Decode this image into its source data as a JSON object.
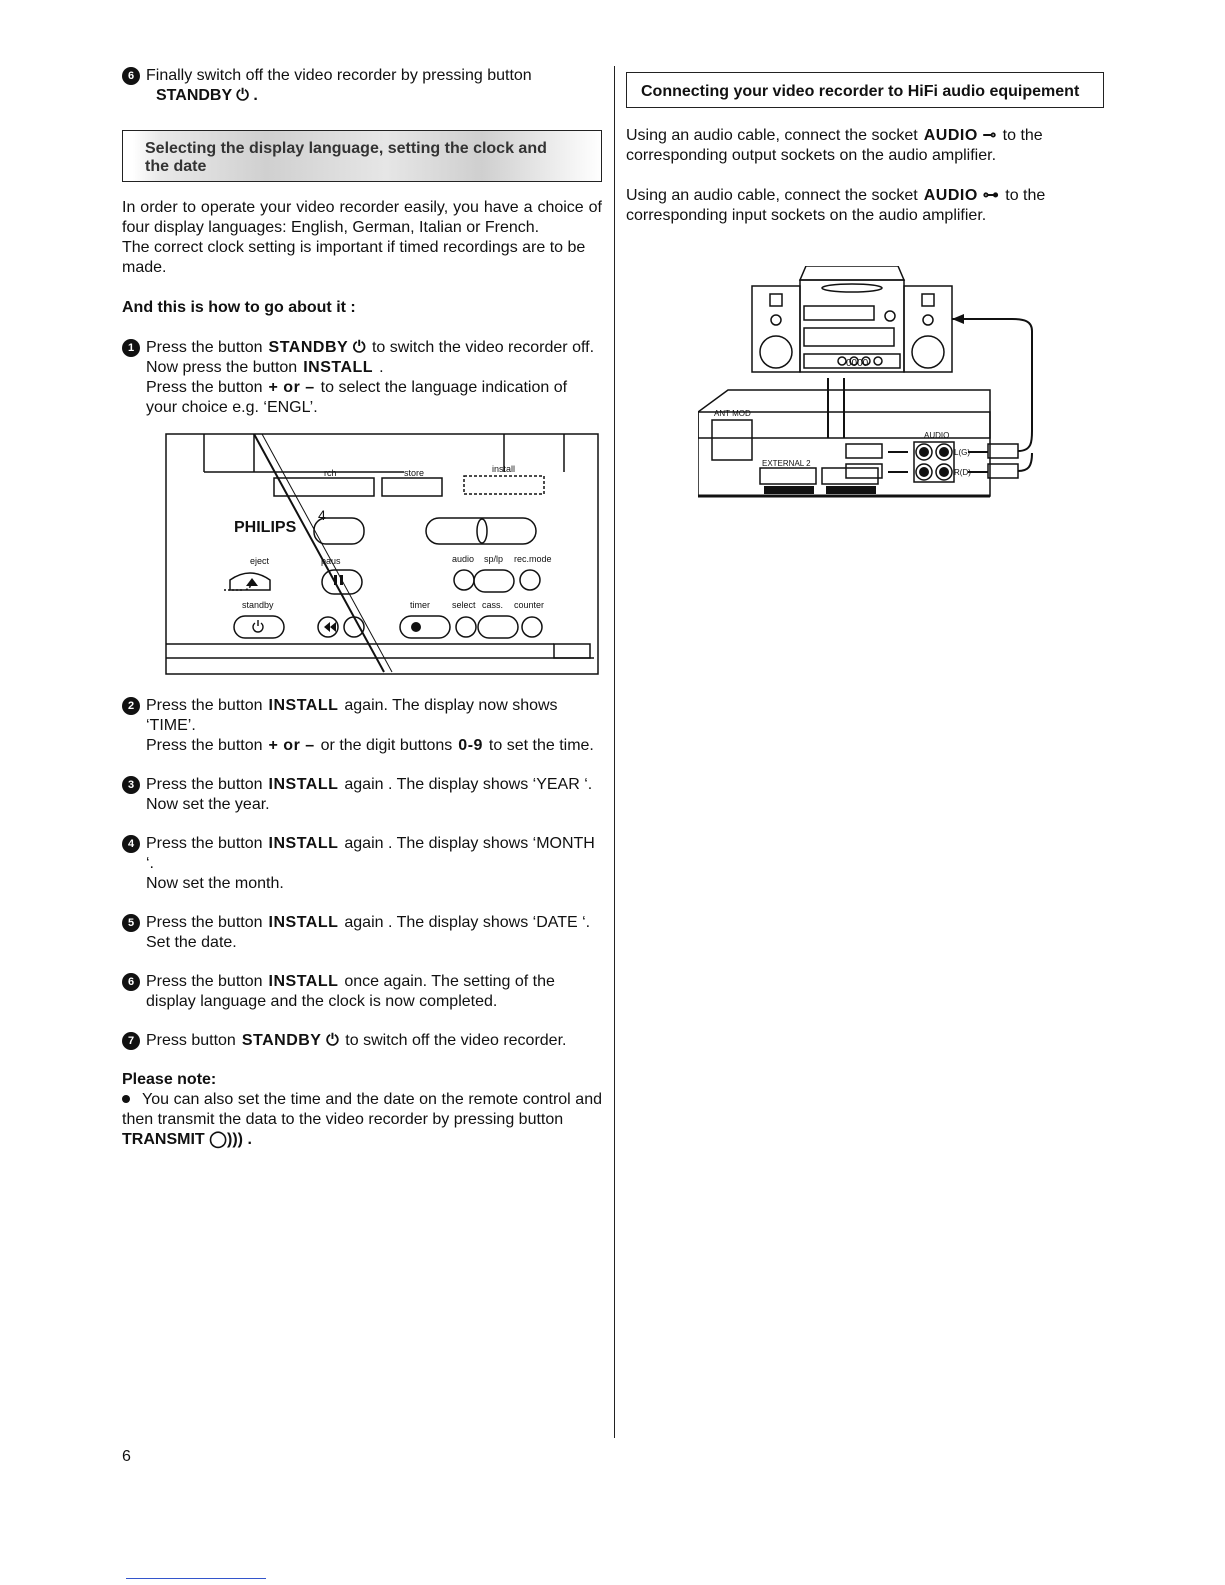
{
  "page_number": "6",
  "left": {
    "intro_step": {
      "number": "6",
      "text": "Finally switch off the video recorder by pressing button",
      "key": "STANDBY ⏻ ."
    },
    "section_title_line1": "Selecting the display language, setting the clock and",
    "section_title_line2": "the date",
    "intro_para1": "In order to operate your video recorder easily, you have a choice of four display languages: English, German, Italian or French.",
    "intro_para2": "The correct clock setting is important if timed recordings are to be made.",
    "howto": "And this is how to go about it :",
    "step1": {
      "number": "1",
      "line1_a": "Press the button",
      "line1_key": "STANDBY ⏻",
      "line1_b": "to switch the video recorder off.",
      "line2_a": "Now press the button",
      "line2_key": "INSTALL",
      "line2_b": ".",
      "line3_a": "Press the button",
      "line3_key": "+ or –",
      "line3_b": "to select the language indication of your choice e.g. ‘ENGL’."
    },
    "panel": {
      "brand": "PHILIPS",
      "labels": {
        "search": "rch",
        "store": "store",
        "install": "install",
        "eject": "eject",
        "pause": "paus",
        "audio": "audio",
        "sp_lp": "sp/lp",
        "rec_mode": "rec.mode",
        "standby": "standby",
        "timer": "timer",
        "select": "select",
        "cass": "cass.",
        "counter": "counter",
        "four": "4"
      }
    },
    "step2": {
      "number": "2",
      "a": "Press the button",
      "key": "INSTALL",
      "b": "again. The display now shows ‘TIME’.",
      "c": "Press the button",
      "key2": "+ or –",
      "d": "or the digit buttons",
      "key3": "0-9",
      "e": "to set the time."
    },
    "step3": {
      "number": "3",
      "a": "Press the button",
      "key": "INSTALL",
      "b": "again . The display shows ‘YEAR ‘.",
      "c": "Now set the year."
    },
    "step4": {
      "number": "4",
      "a": "Press the button",
      "key": "INSTALL",
      "b": "again . The display shows ‘MONTH ‘.",
      "c": "Now set the month."
    },
    "step5": {
      "number": "5",
      "a": "Press the button",
      "key": "INSTALL",
      "b": "again . The display shows ‘DATE ‘.",
      "c": "Set the date."
    },
    "step6": {
      "number": "6",
      "a": "Press the button",
      "key": "INSTALL",
      "b": "once again. The setting of the display language and the clock is now completed."
    },
    "step7": {
      "number": "7",
      "a": "Press button",
      "key": "STANDBY ⏻",
      "b": "to switch off the video recorder."
    },
    "note_title": "Please note:",
    "note_text": "You can also set the time and the date on the remote control and then transmit the data to the video recorder by pressing button",
    "note_key": "TRANSMIT ◯))) ."
  },
  "right": {
    "section_title": "Connecting your video recorder to HiFi audio equipement",
    "para1_a": "Using an audio cable, connect the socket",
    "para1_key": "AUDIO ⊸",
    "para1_b": "to the corresponding output sockets on the audio amplifier.",
    "para2_a": "Using an audio cable, connect the socket",
    "para2_key": "AUDIO ⊶",
    "para2_b": "to the corresponding input sockets on the audio amplifier.",
    "diagram": {
      "display_digits": "0000",
      "vcr_labels": {
        "ant_mod": "ANT MOD",
        "external2": "EXTERNAL 2",
        "audio": "AUDIO",
        "l": "L(G)",
        "r": "R(D)"
      }
    }
  }
}
